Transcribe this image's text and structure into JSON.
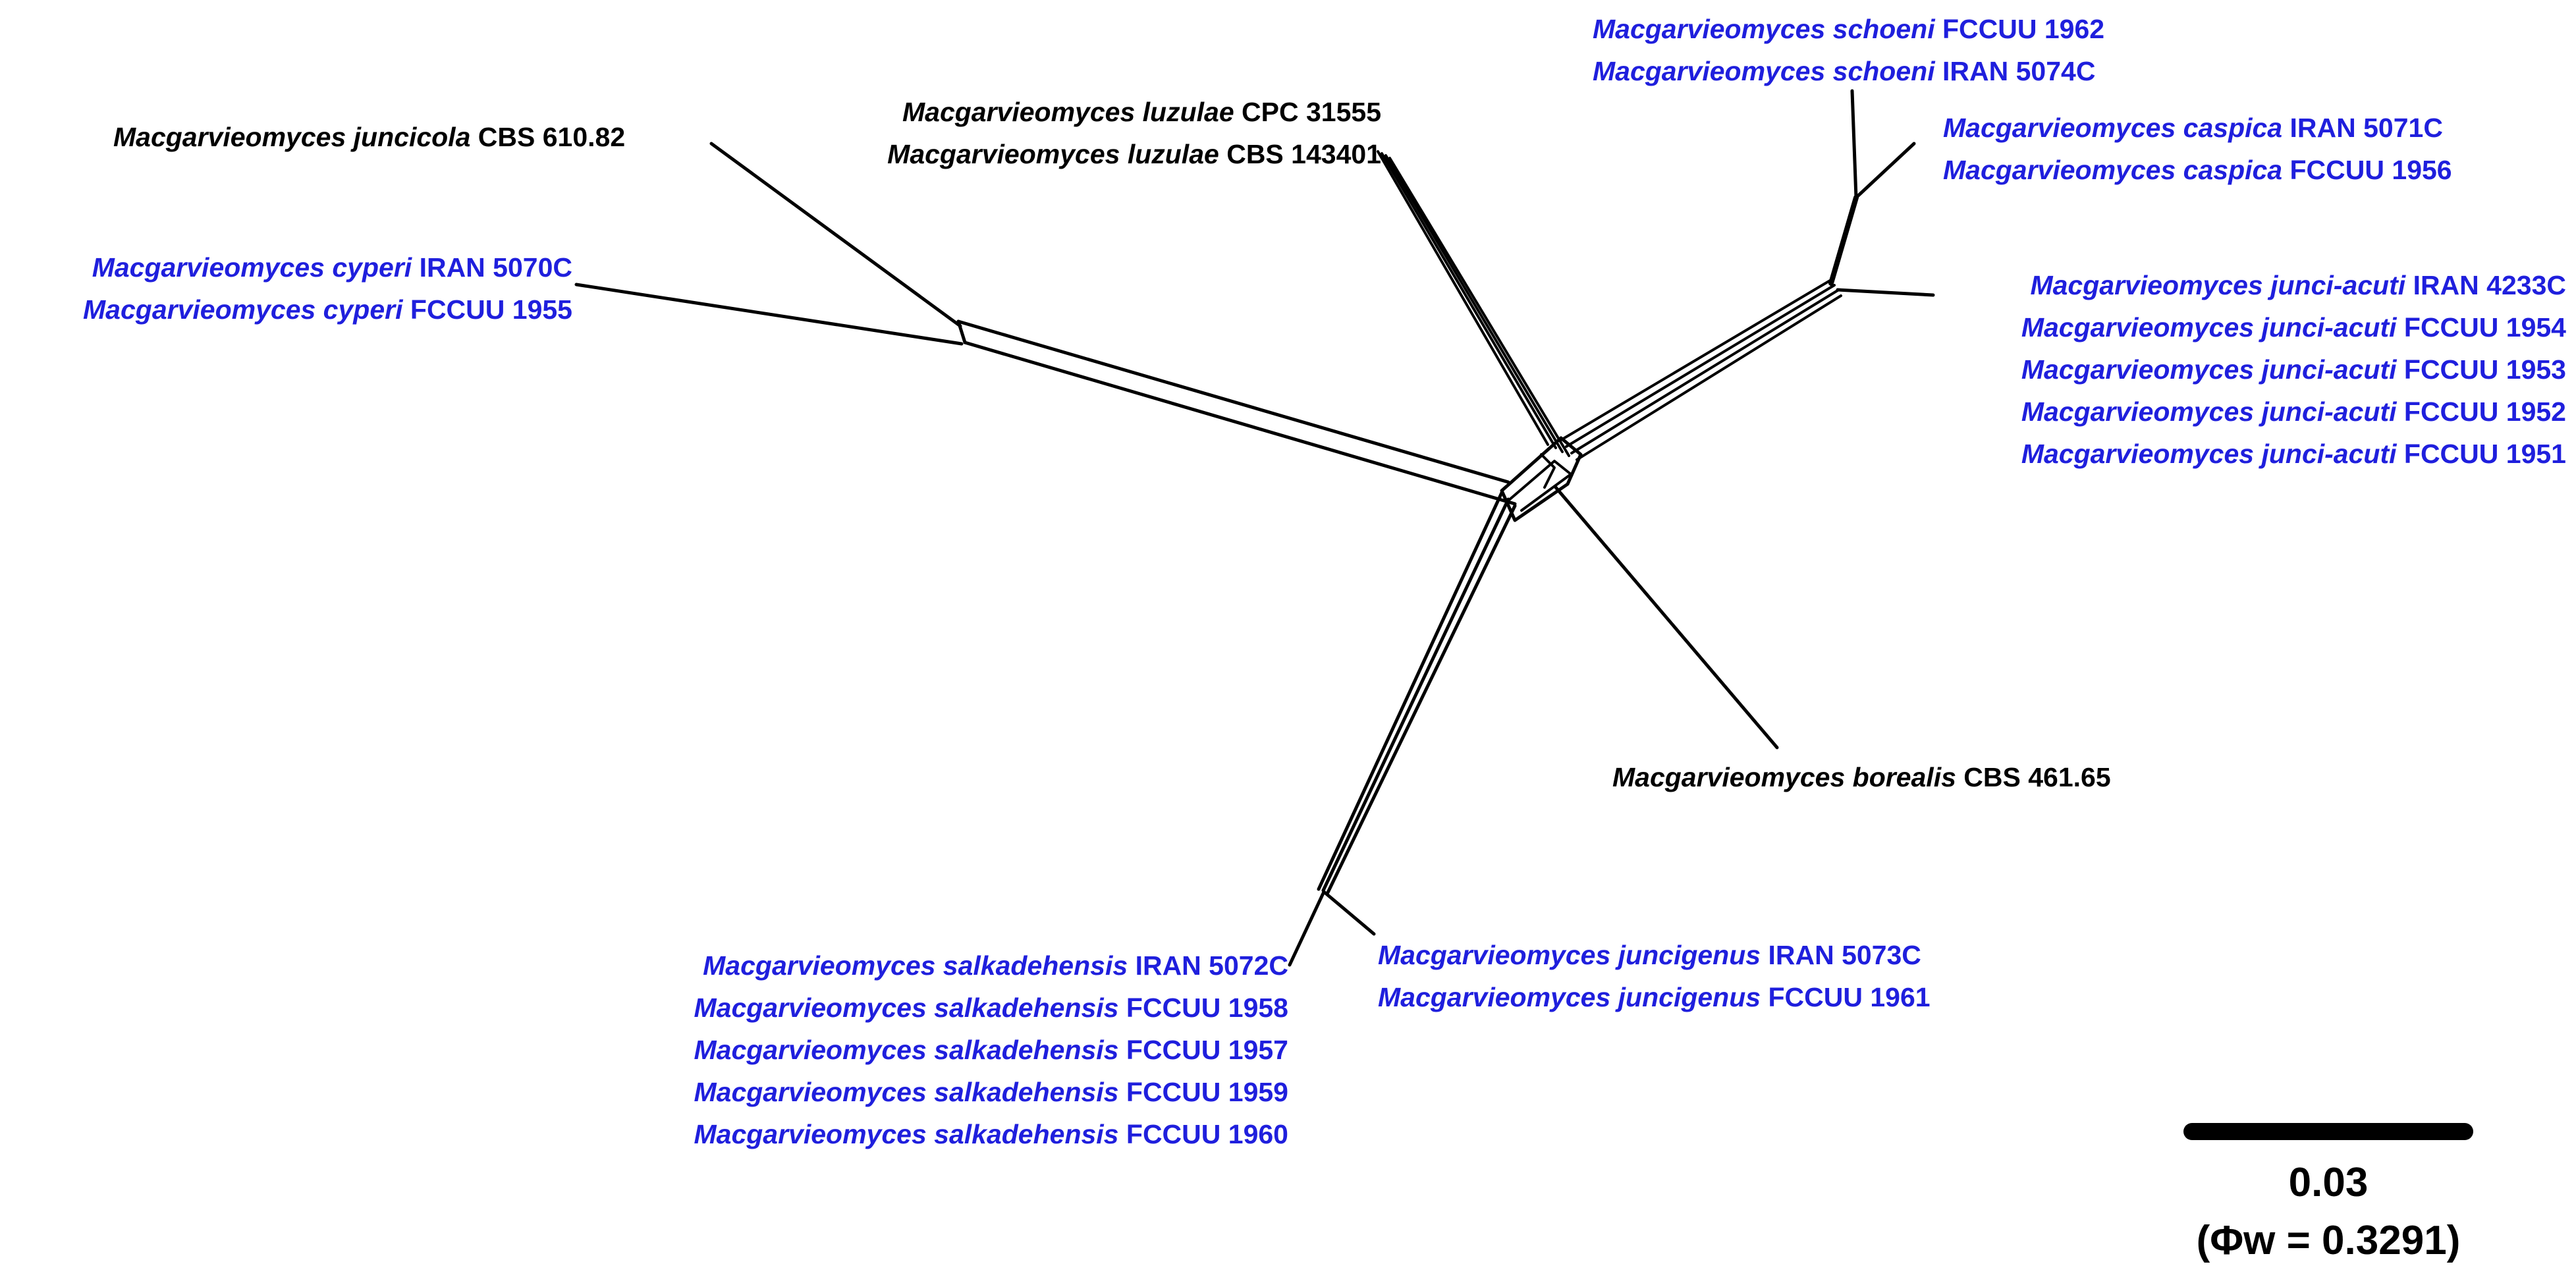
{
  "colors": {
    "new_taxa": "#1f1fdd",
    "known_taxa": "#000000",
    "network": "#000000"
  },
  "taxa": {
    "juncicola": [
      {
        "genus_species": "Macgarvieomyces juncicola",
        "strain": "CBS 610.82"
      }
    ],
    "cyperi": [
      {
        "genus_species": "Macgarvieomyces cyperi",
        "strain": "IRAN 5070C"
      },
      {
        "genus_species": "Macgarvieomyces cyperi",
        "strain": "FCCUU 1955"
      }
    ],
    "luzulae": [
      {
        "genus_species": "Macgarvieomyces luzulae",
        "strain": "CPC 31555"
      },
      {
        "genus_species": "Macgarvieomyces luzulae",
        "strain": "CBS 143401"
      }
    ],
    "schoeni": [
      {
        "genus_species": "Macgarvieomyces schoeni",
        "strain": "FCCUU 1962"
      },
      {
        "genus_species": "Macgarvieomyces schoeni",
        "strain": "IRAN 5074C"
      }
    ],
    "caspica": [
      {
        "genus_species": "Macgarvieomyces caspica",
        "strain": "IRAN 5071C"
      },
      {
        "genus_species": "Macgarvieomyces caspica",
        "strain": "FCCUU 1956"
      }
    ],
    "junci_acuti": [
      {
        "genus_species": "Macgarvieomyces junci-acuti",
        "strain": "IRAN 4233C"
      },
      {
        "genus_species": "Macgarvieomyces junci-acuti",
        "strain": "FCCUU 1954"
      },
      {
        "genus_species": "Macgarvieomyces junci-acuti",
        "strain": "FCCUU 1953"
      },
      {
        "genus_species": "Macgarvieomyces junci-acuti",
        "strain": "FCCUU 1952"
      },
      {
        "genus_species": "Macgarvieomyces junci-acuti",
        "strain": "FCCUU 1951"
      }
    ],
    "borealis": [
      {
        "genus_species": "Macgarvieomyces borealis",
        "strain": "CBS 461.65"
      }
    ],
    "salkadehensis": [
      {
        "genus_species": "Macgarvieomyces salkadehensis",
        "strain": "IRAN 5072C"
      },
      {
        "genus_species": "Macgarvieomyces salkadehensis",
        "strain": "FCCUU 1958"
      },
      {
        "genus_species": "Macgarvieomyces salkadehensis",
        "strain": "FCCUU 1957"
      },
      {
        "genus_species": "Macgarvieomyces salkadehensis",
        "strain": "FCCUU 1959"
      },
      {
        "genus_species": "Macgarvieomyces salkadehensis",
        "strain": "FCCUU 1960"
      }
    ],
    "juncigenus": [
      {
        "genus_species": "Macgarvieomyces juncigenus",
        "strain": "IRAN 5073C"
      },
      {
        "genus_species": "Macgarvieomyces juncigenus",
        "strain": "FCCUU 1961"
      }
    ]
  },
  "scale_bar": {
    "value": "0.03",
    "phi": "(Φw = 0.3291)"
  }
}
